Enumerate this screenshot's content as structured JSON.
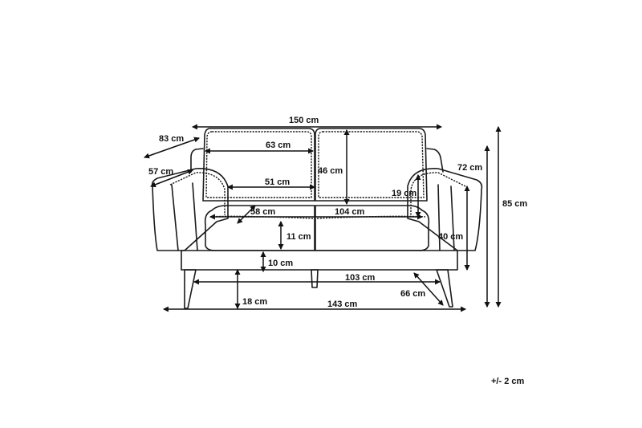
{
  "diagram": {
    "colors": {
      "line": "#1a1a1a",
      "background": "#ffffff"
    },
    "dimensions": {
      "overall_width": "150 cm",
      "depth": "83 cm",
      "seat_depth": "57 cm",
      "backrest_width": "63 cm",
      "backrest_height": "46 cm",
      "armrest_to_back": "51 cm",
      "armrest_height": "19 cm",
      "seat_width_single": "58 cm",
      "seat_width_total": "104 cm",
      "cushion_height": "11 cm",
      "seat_height": "40 cm",
      "armrest_total_height": "72 cm",
      "total_height": "85 cm",
      "base_clearance": "10 cm",
      "legs_span": "103 cm",
      "leg_height": "18 cm",
      "leg_diagonal": "66 cm",
      "base_width": "143 cm"
    },
    "tolerance": "+/- 2 cm"
  }
}
